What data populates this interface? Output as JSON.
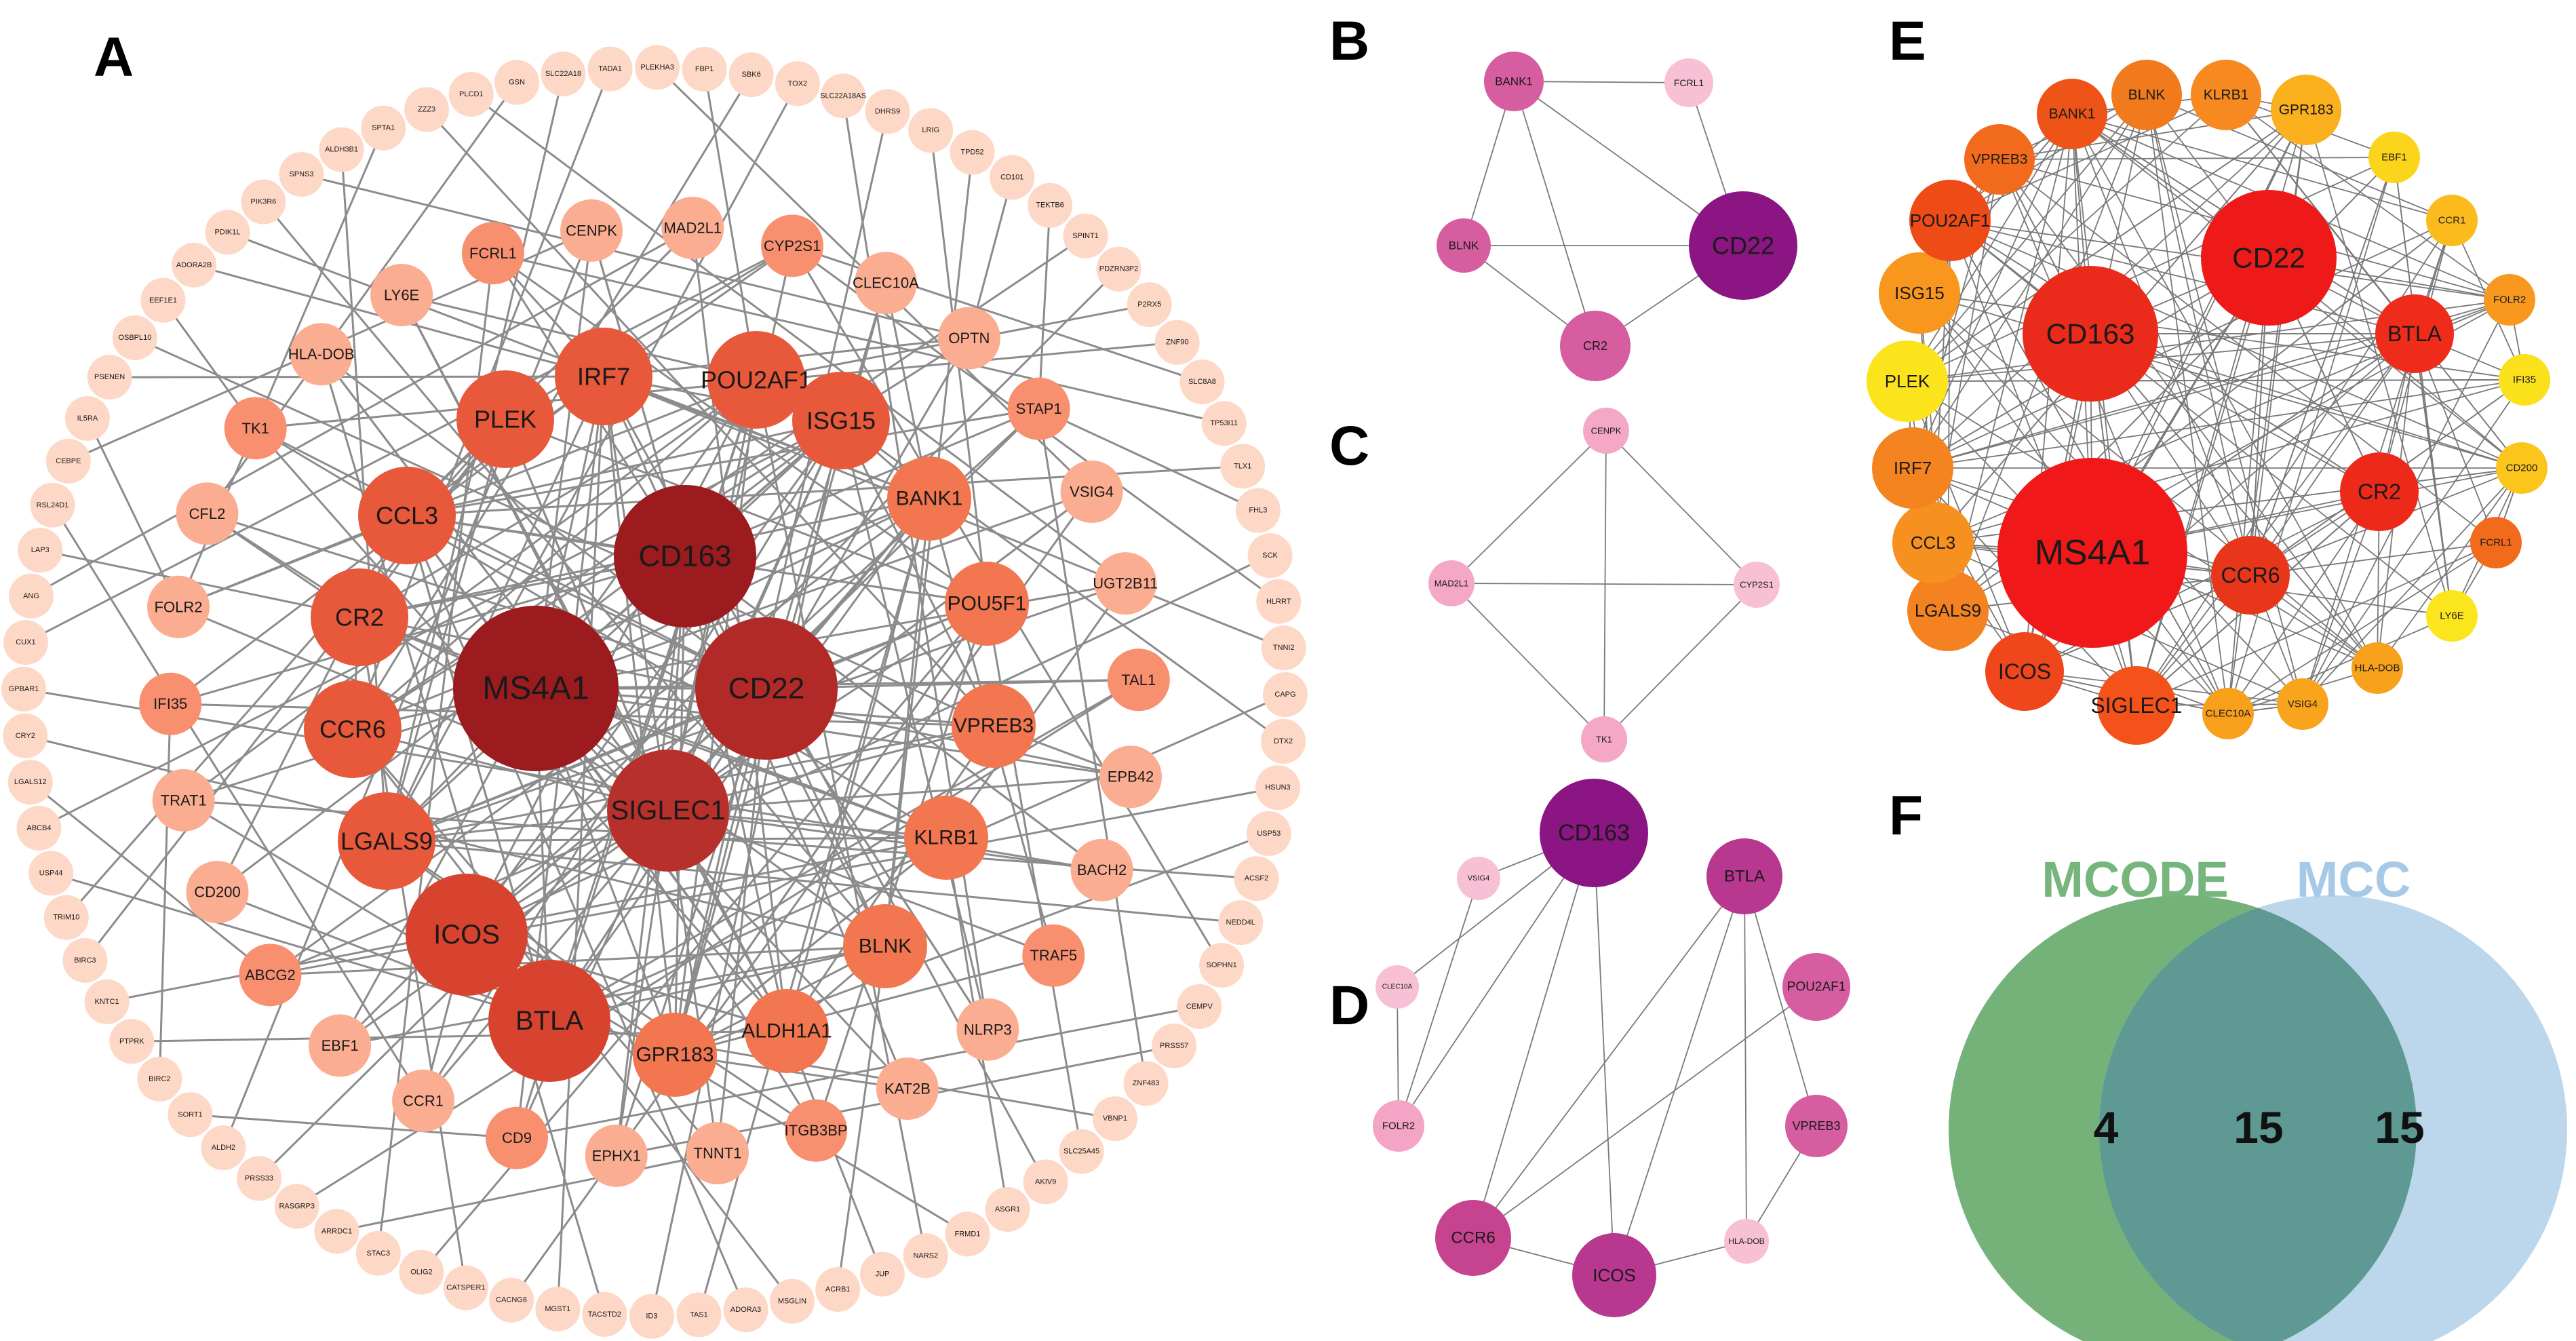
{
  "panels": {
    "a": "A",
    "b": "B",
    "c": "C",
    "d": "D",
    "e": "E",
    "f": "F"
  },
  "panelA": {
    "inner": [
      {
        "id": "CD163",
        "level": 4
      },
      {
        "id": "MS4A1",
        "level": 4
      },
      {
        "id": "CD22",
        "level": 4
      },
      {
        "id": "SIGLEC1",
        "level": 3
      }
    ],
    "ring2": [
      {
        "id": "IRF7",
        "level": 2
      },
      {
        "id": "POU2AF1",
        "level": 2
      },
      {
        "id": "ISG15",
        "level": 2
      },
      {
        "id": "BANK1",
        "level": 1
      },
      {
        "id": "POU5F1",
        "level": 1
      },
      {
        "id": "VPREB3",
        "level": 1
      },
      {
        "id": "KLRB1",
        "level": 1
      },
      {
        "id": "BLNK",
        "level": 1
      },
      {
        "id": "ALDH1A1",
        "level": 1
      },
      {
        "id": "GPR183",
        "level": 1
      },
      {
        "id": "BTLA",
        "level": 3
      },
      {
        "id": "ICOS",
        "level": 3
      },
      {
        "id": "LGALS9",
        "level": 2
      },
      {
        "id": "CCR6",
        "level": 2
      },
      {
        "id": "CR2",
        "level": 2
      },
      {
        "id": "CCL3",
        "level": 2
      },
      {
        "id": "PLEK",
        "level": 2
      }
    ],
    "ring3": [
      {
        "id": "FCRL1"
      },
      {
        "id": "CENPK"
      },
      {
        "id": "MAD2L1"
      },
      {
        "id": "CYP2S1"
      },
      {
        "id": "CLEC10A"
      },
      {
        "id": "OPTN"
      },
      {
        "id": "STAP1"
      },
      {
        "id": "VSIG4"
      },
      {
        "id": "UGT2B11"
      },
      {
        "id": "TAL1"
      },
      {
        "id": "EPB42"
      },
      {
        "id": "BACH2"
      },
      {
        "id": "TRAF5"
      },
      {
        "id": "NLRP3"
      },
      {
        "id": "KAT2B"
      },
      {
        "id": "ITGB3BP"
      },
      {
        "id": "TNNT1"
      },
      {
        "id": "EPHX1"
      },
      {
        "id": "CD9"
      },
      {
        "id": "CCR1"
      },
      {
        "id": "EBF1"
      },
      {
        "id": "ABCG2"
      },
      {
        "id": "CD200"
      },
      {
        "id": "TRAT1"
      },
      {
        "id": "IFI35"
      },
      {
        "id": "FOLR2"
      },
      {
        "id": "CFL2"
      },
      {
        "id": "TK1"
      },
      {
        "id": "HLA-DOB"
      },
      {
        "id": "LY6E"
      }
    ],
    "outer": [
      "GSN",
      "SLC22A18",
      "TADA1",
      "PLEKHA3",
      "FBP1",
      "SBK6",
      "TOX2",
      "SLC22A18AS",
      "DHRS9",
      "LRIG",
      "TPD52",
      "CD101",
      "TEKTB6",
      "SPINT1",
      "PDZRN3P2",
      "P2RX5",
      "ZNF90",
      "SLC8A8",
      "TP53I11",
      "TLX1",
      "FHL3",
      "SCK",
      "HLRRT",
      "TNNI2",
      "CAPG",
      "DTX2",
      "HSUN3",
      "USP53",
      "ACSF2",
      "NEDD4L",
      "SOPHN1",
      "CEMPV",
      "PRSS57",
      "ZNF483",
      "VBNP1",
      "SLC25A45",
      "AKIV9",
      "ASGR1",
      "FRMD1",
      "NARS2",
      "JUP",
      "ACRB1",
      "MSGLIN",
      "ADORA3",
      "TAS1",
      "ID3",
      "TACSTD2",
      "MGST1",
      "CACNG6",
      "CATSPER1",
      "OLIG2",
      "STAC3",
      "ARRDC1",
      "RASGRP3",
      "PRSS33",
      "ALDH2",
      "SORT1",
      "BIRC2",
      "PTPRK",
      "KNTC1",
      "BIRC3",
      "TRIM10",
      "USP44",
      "ABCB4",
      "LGALS12",
      "CRY2",
      "GPBAR1",
      "CUX1",
      "ANG",
      "LAP3",
      "RSL24D1",
      "CEBPE",
      "IL5RA",
      "PSENEN",
      "OSBPL10",
      "EEF1E1",
      "ADORA2B",
      "PDIK1L",
      "PIK3R6",
      "SPNS3",
      "ALDH3B1",
      "SPTA1",
      "ZZZ3",
      "PLCD1"
    ]
  },
  "panelB": {
    "nodes": [
      "BANK1",
      "FCRL1",
      "BLNK",
      "CD22",
      "CR2"
    ]
  },
  "panelC": {
    "nodes": [
      "CENPK",
      "MAD2L1",
      "CYP2S1",
      "TK1"
    ]
  },
  "panelD": {
    "nodes": [
      "CD163",
      "BTLA",
      "VSIG4",
      "CLEC10A",
      "FOLR2",
      "POU2AF1",
      "VPREB3",
      "HLA-DOB",
      "CCR6",
      "ICOS"
    ]
  },
  "panelE": {
    "nodes": [
      {
        "id": "CD22",
        "c": "#ee1a1a",
        "s": 2
      },
      {
        "id": "CD163",
        "c": "#ea2a1a",
        "s": 2
      },
      {
        "id": "MS4A1",
        "c": "#f01818",
        "s": 3
      },
      {
        "id": "BTLA",
        "c": "#ef2c1a",
        "s": 1
      },
      {
        "id": "CR2",
        "c": "#ed2a1a",
        "s": 1
      },
      {
        "id": "CCR6",
        "c": "#e8361a",
        "s": 1
      },
      {
        "id": "SIGLEC1",
        "c": "#f4521a",
        "s": 1
      },
      {
        "id": "ICOS",
        "c": "#f0461c",
        "s": 1
      },
      {
        "id": "LGALS9",
        "c": "#f48220",
        "s": 0
      },
      {
        "id": "CCL3",
        "c": "#f69120",
        "s": 0
      },
      {
        "id": "IRF7",
        "c": "#f48420",
        "s": 0
      },
      {
        "id": "PLEK",
        "c": "#fbe41c",
        "s": 0
      },
      {
        "id": "ISG15",
        "c": "#f8961e",
        "s": 0
      },
      {
        "id": "POU2AF1",
        "c": "#ee4b16",
        "s": 0
      },
      {
        "id": "VPREB3",
        "c": "#f26a1c",
        "s": 0
      },
      {
        "id": "BANK1",
        "c": "#ee5418",
        "s": 0
      },
      {
        "id": "BLNK",
        "c": "#f07a1c",
        "s": 0
      },
      {
        "id": "KLRB1",
        "c": "#f68a20",
        "s": 0
      },
      {
        "id": "GPR183",
        "c": "#fbb01e",
        "s": 0
      },
      {
        "id": "EBF1",
        "c": "#fbd41c",
        "s": 0
      },
      {
        "id": "CCR1",
        "c": "#fbbb1c",
        "s": 0
      },
      {
        "id": "FOLR2",
        "c": "#f8981e",
        "s": 0
      },
      {
        "id": "IFI35",
        "c": "#fbe11c",
        "s": 0
      },
      {
        "id": "CD200",
        "c": "#fbc51c",
        "s": 0
      },
      {
        "id": "FCRL1",
        "c": "#f26a1c",
        "s": 0
      },
      {
        "id": "LY6E",
        "c": "#fbe51c",
        "s": 0
      },
      {
        "id": "HLA-DOB",
        "c": "#f8a11c",
        "s": 0
      },
      {
        "id": "VSIG4",
        "c": "#f8a41c",
        "s": 0
      },
      {
        "id": "CLEC10A",
        "c": "#f8a01c",
        "s": 0
      }
    ]
  },
  "panelF": {
    "left_label": "MCODE",
    "right_label": "MCC",
    "left_only": "4",
    "overlap": "15",
    "right_only": "15",
    "colors": {
      "left": "#74b27a",
      "right": "#a5c8e6",
      "title_left": "#76b67d",
      "title_right": "#a6c9e8"
    }
  },
  "palette": {
    "A": [
      "#fdd8c6",
      "#fbb39b",
      "#f7865f",
      "#e4583a",
      "#b8302b",
      "#9b1b1f"
    ],
    "B": {
      "dark": "#8b1582",
      "mid": "#d65da0",
      "light": "#f4a4c4",
      "pale": "#f7c0d4"
    }
  }
}
